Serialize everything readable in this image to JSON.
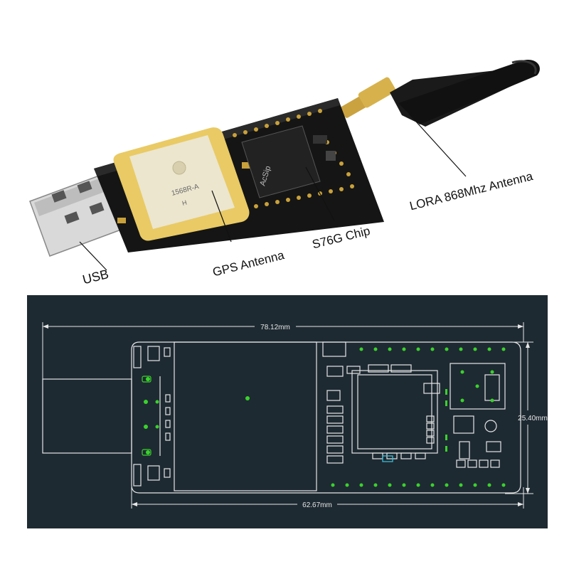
{
  "photo": {
    "labels": {
      "usb": "USB",
      "gps_antenna": "GPS Antenna",
      "chip": "S76G Chip",
      "lora_antenna": "LORA 868Mhz Antenna"
    },
    "gps_patch_text": "1568R-A",
    "gps_patch_sub": "H",
    "chip_marking": "AcSip"
  },
  "drawing": {
    "dimensions": {
      "overall_length": "78.12mm",
      "board_length": "62.67mm",
      "width": "25.40mm"
    }
  },
  "colors": {
    "pcb": "#151515",
    "gold": "#c9a13a",
    "ceramic": "#ece6cf",
    "drawing_bg": "#1e2a32",
    "outline": "#e6e6e6",
    "pad": "#39d32b"
  }
}
